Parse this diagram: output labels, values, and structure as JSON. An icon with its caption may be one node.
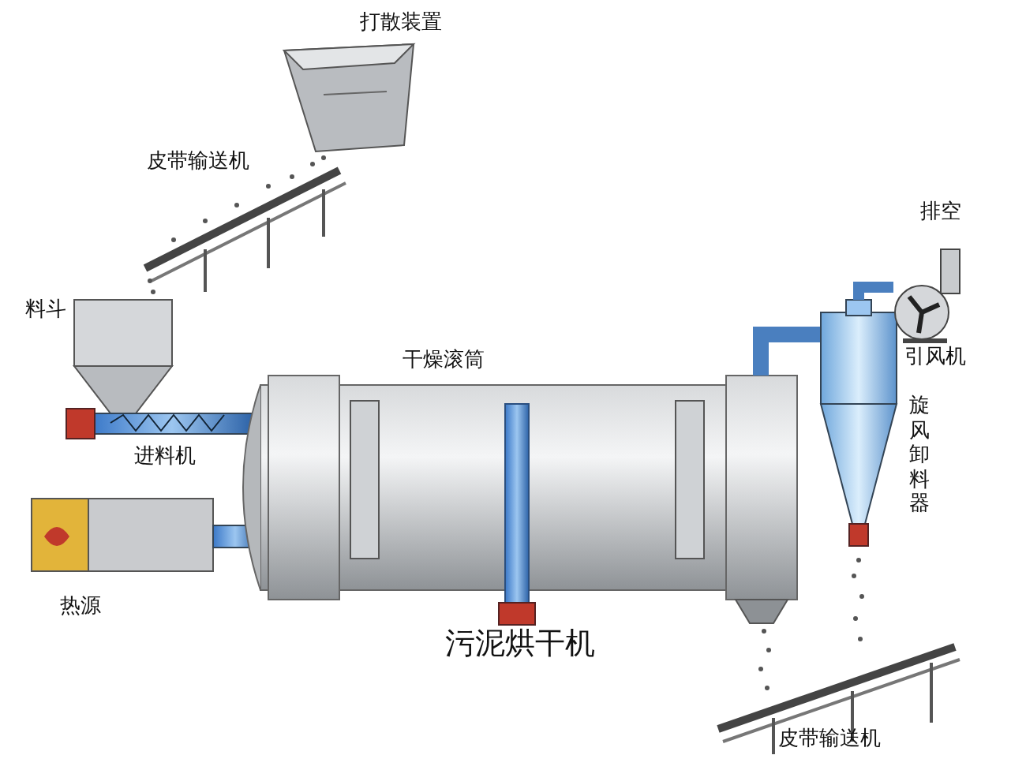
{
  "diagram": {
    "caption": "污泥烘干机",
    "labels": [
      "打散装置",
      "皮带输送机",
      "排空",
      "料斗",
      "引风机",
      "干燥滚筒",
      "进料机",
      "旋风卸料器",
      "热源",
      "皮带输送机"
    ]
  }
}
